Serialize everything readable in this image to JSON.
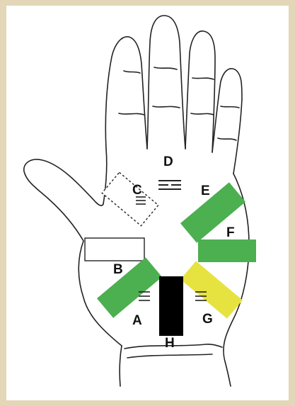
{
  "colors": {
    "background_frame": "#e3d7b8",
    "panel": "#ffffff",
    "outline": "#222222",
    "green": "#4caf50",
    "yellow": "#e6e340",
    "black": "#000000",
    "white_zone": "#ffffff"
  },
  "zones": [
    {
      "label": "A",
      "color": "green",
      "style": "filled"
    },
    {
      "label": "B",
      "color": "white",
      "style": "outlined"
    },
    {
      "label": "C",
      "color": "white",
      "style": "dashed-outline"
    },
    {
      "label": "D",
      "color": "none",
      "style": "trigram-only"
    },
    {
      "label": "E",
      "color": "green",
      "style": "filled"
    },
    {
      "label": "F",
      "color": "green",
      "style": "filled"
    },
    {
      "label": "G",
      "color": "yellow",
      "style": "filled"
    },
    {
      "label": "H",
      "color": "black",
      "style": "filled"
    }
  ],
  "icons": [
    "hand-outline",
    "trigram-symbol"
  ]
}
